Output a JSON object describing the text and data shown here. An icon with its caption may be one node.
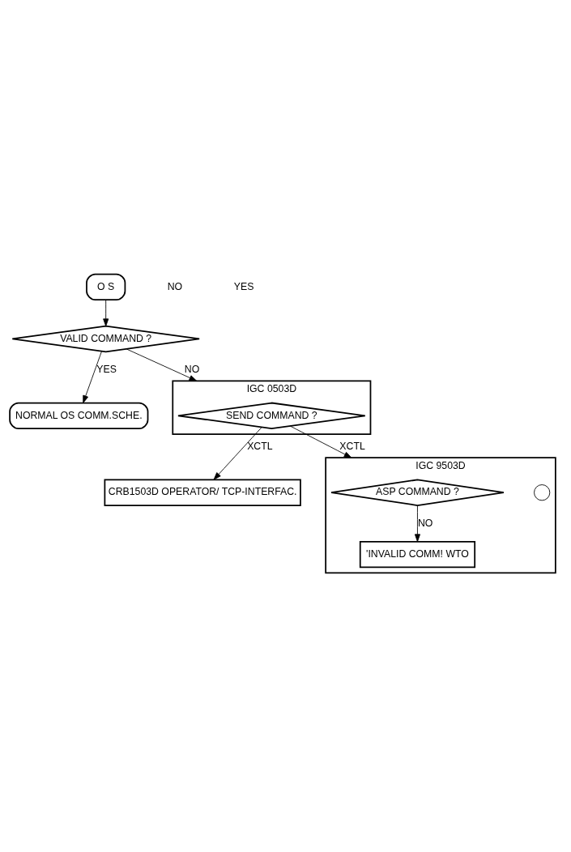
{
  "diagram": {
    "nodes": [
      {
        "text": [
          "O S"
        ]
      },
      {
        "text": [
          "VALID COMMAND ?"
        ]
      },
      {
        "text": [
          "NORMAL OS COMM.SCHE."
        ]
      },
      {
        "text": [
          "IGC 0503D"
        ]
      },
      {
        "text": [
          "SEND COMMAND ?"
        ],
        "in": 3
      },
      {
        "text": [
          "CRB1503D OPERATOR/ TCP-INTERFAC."
        ]
      },
      {
        "text": [
          "IGC 9503D"
        ]
      },
      {
        "text": [],
        "shape": "circle",
        "in": 6
      },
      {
        "text": [
          "ASP COMMAND ?"
        ],
        "in": 6
      },
      {
        "text": [
          "'INVALID COMM! WTO"
        ],
        "in": 6
      }
    ],
    "edges": [
      {
        "from": 0,
        "to": 1,
        "arrow": "to"
      },
      {
        "from": 1,
        "to": 2,
        "arrow": "to",
        "label": "YES"
      },
      {
        "from": 1,
        "to": 4,
        "arrow": "to",
        "label": "NO"
      },
      {
        "from": 4,
        "to": 8,
        "arrow": "to",
        "label": "XCTL"
      },
      {
        "from": 4,
        "to": 5,
        "arrow": "to",
        "label": "XCTL"
      },
      {
        "from": 8,
        "to": 9,
        "arrow": "to",
        "label": "NO"
      }
    ],
    "labels": [
      "NO",
      "YES"
    ]
  }
}
